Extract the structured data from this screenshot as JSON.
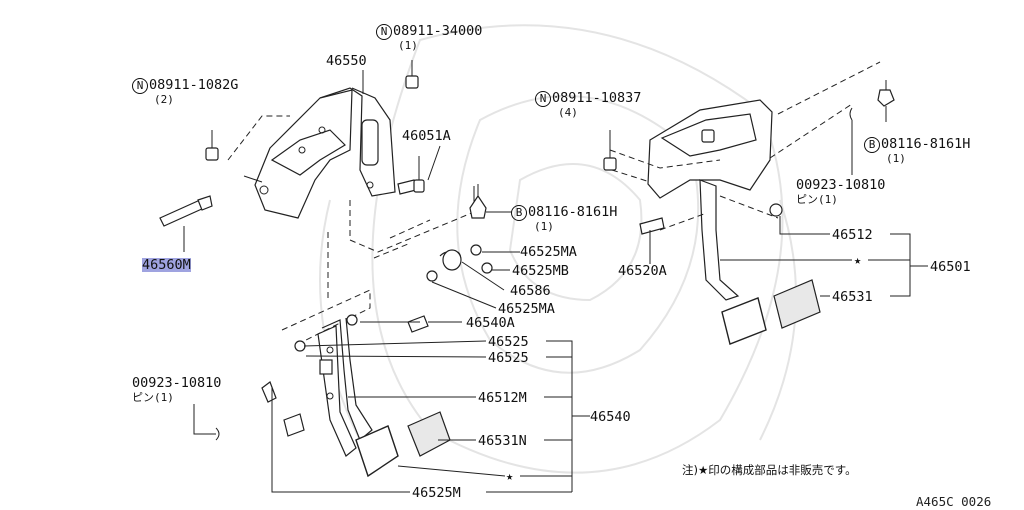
{
  "labels": {
    "n08911_34000": {
      "prefix": "N",
      "text": "08911-34000",
      "qty": "(1)"
    },
    "n08911_1082g": {
      "prefix": "N",
      "text": "08911-1082G",
      "qty": "(2)"
    },
    "n08911_10837": {
      "prefix": "N",
      "text": "08911-10837",
      "qty": "(4)"
    },
    "b08116_8161h_right": {
      "prefix": "B",
      "text": "08116-8161H",
      "qty": "(1)"
    },
    "b08116_8161h_center": {
      "prefix": "B",
      "text": "08116-8161H",
      "qty": "(1)"
    },
    "p46550": "46550",
    "p46051a": "46051A",
    "p46560m": "46560M",
    "p46525ma_1": "46525MA",
    "p46525mb": "46525MB",
    "p46586": "46586",
    "p46525ma_2": "46525MA",
    "p46540a": "46540A",
    "p46525_1": "46525",
    "p46525_2": "46525",
    "p46512m": "46512M",
    "p46540": "46540",
    "p46531n": "46531N",
    "p46525m": "46525M",
    "p00923_left": {
      "text": "00923-10810",
      "sub": "ピン(1)"
    },
    "p00923_right": {
      "text": "00923-10810",
      "sub": "ピン(1)"
    },
    "p46520a": "46520A",
    "p46512": "46512",
    "p46501": "46501",
    "p46531": "46531"
  },
  "star": "★",
  "note": "注)★印の構成部品は非販売です。",
  "diagram_code": "A465C 0026",
  "highlighted_part": "46560M",
  "colors": {
    "highlight": "#9fa3e0",
    "line": "#222222",
    "watermark": "#e4e4e4"
  }
}
